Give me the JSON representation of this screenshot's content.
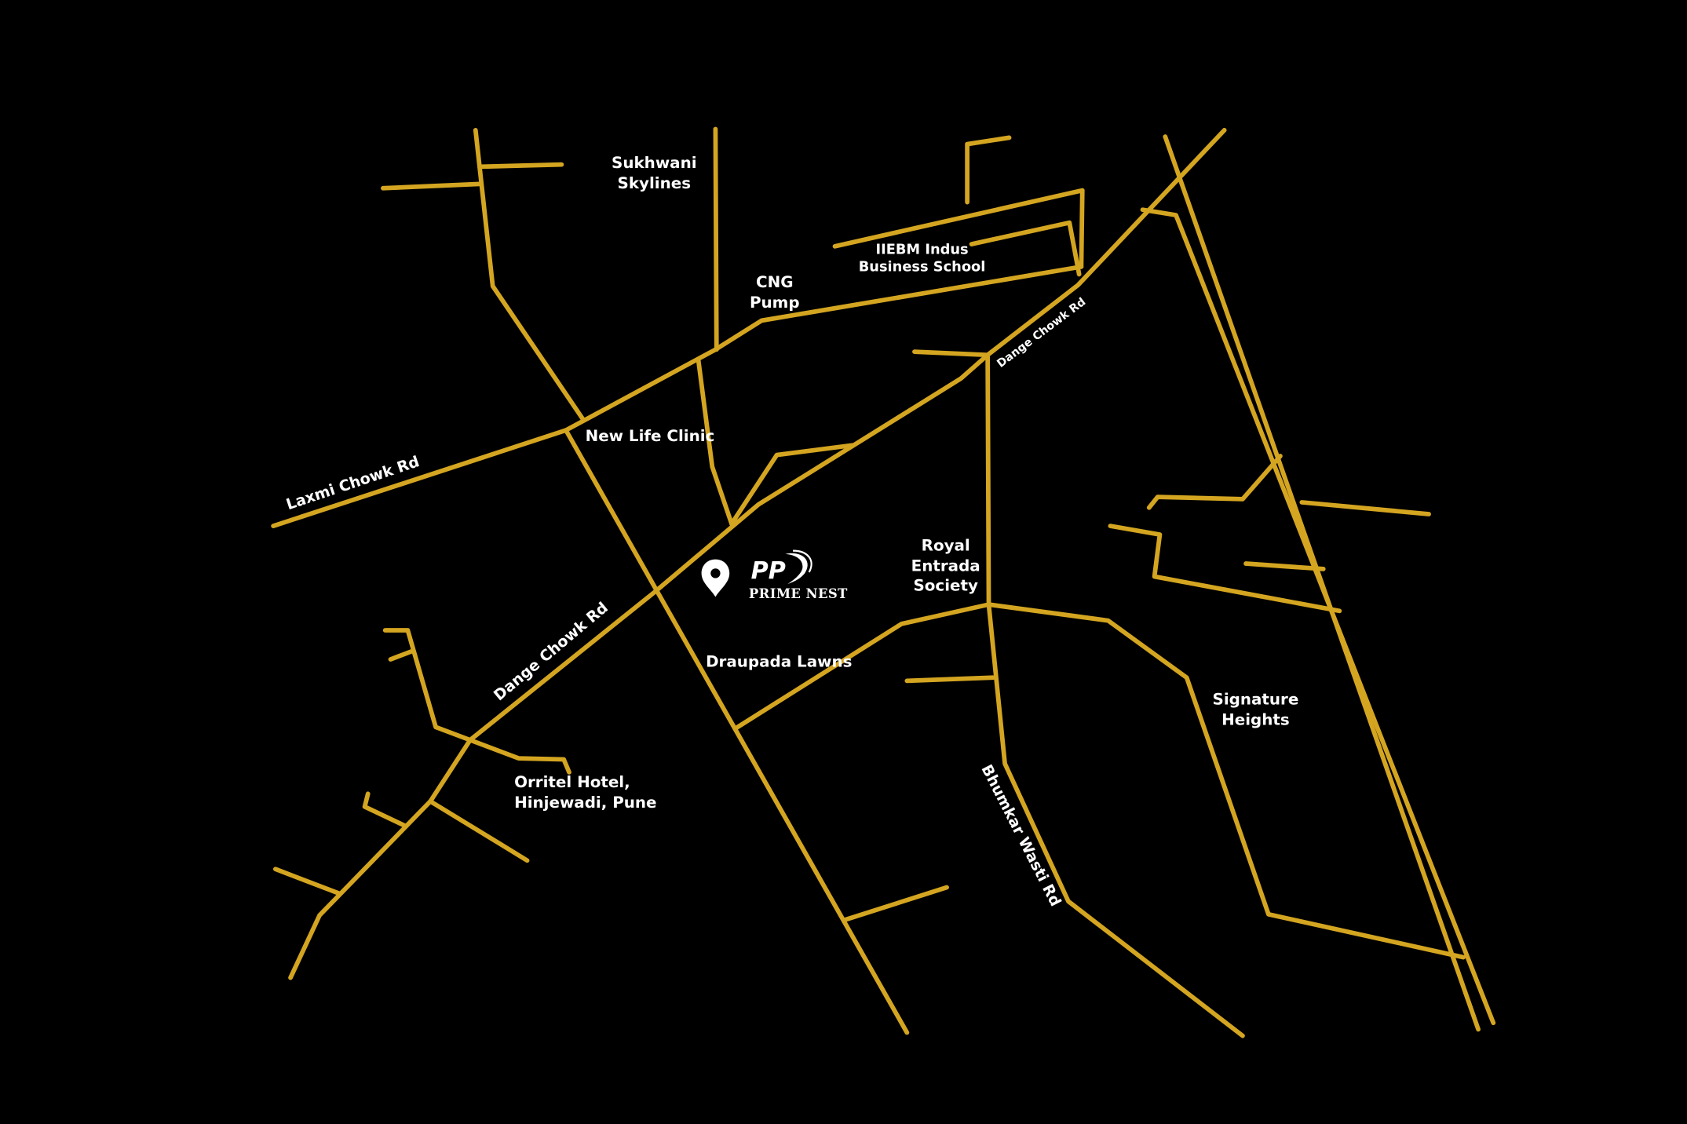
{
  "map": {
    "background": "#000000",
    "road_color": "#D4A520",
    "label_color": "#FFFFFF"
  },
  "brand": {
    "logo_text": "PP",
    "name": "PRIME NEST",
    "marker_icon": "location-pin-icon"
  },
  "roads": {
    "laxmi_chowk": "Laxmi Chowk Rd",
    "dange_chowk_lower": "Dange Chowk Rd",
    "dange_chowk_upper": "Dange Chowk Rd",
    "bhumkar_wasti": "Bhumkar Wasti Rd"
  },
  "landmarks": {
    "sukhwani": [
      "Sukhwani",
      "Skylines"
    ],
    "cng": [
      "CNG",
      "Pump"
    ],
    "iiebm": [
      "IIEBM Indus",
      "Business School"
    ],
    "new_life": "New Life Clinic",
    "royal_entrada": [
      "Royal",
      "Entrada",
      "Society"
    ],
    "draupada": "Draupada Lawns",
    "signature": [
      "Signature",
      "Heights"
    ],
    "orritel": [
      "Orritel Hotel,",
      "Hinjewadi, Pune"
    ]
  }
}
